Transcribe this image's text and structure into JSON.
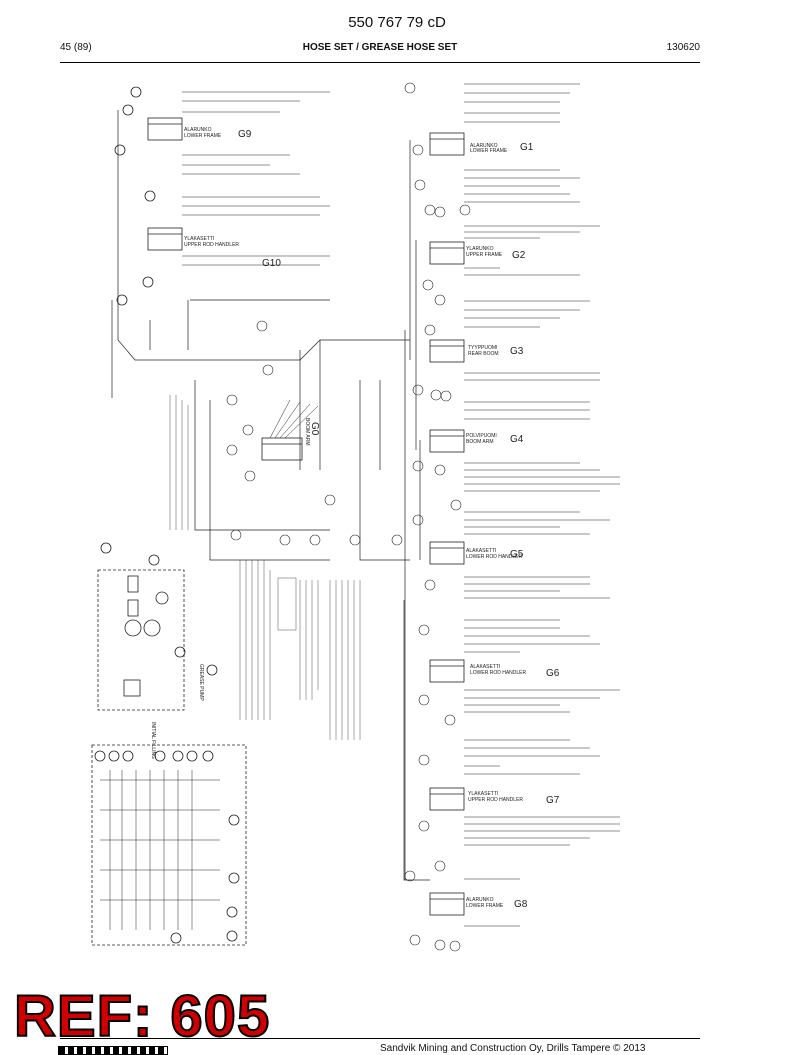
{
  "header": {
    "doc_number": "550 767 79 cD",
    "page": "45 (89)",
    "title": "HOSE SET / GREASE HOSE SET",
    "date": "130620"
  },
  "groups": [
    {
      "code": "G9",
      "fi": "ALARUNKO",
      "en": "LOWER FRAME"
    },
    {
      "code": "G10",
      "fi": "YLAKASETTI",
      "en": "UPPER ROD HANDLER"
    },
    {
      "code": "G1",
      "fi": "ALARUNKO",
      "en": "LOWER FRAME"
    },
    {
      "code": "G2",
      "fi": "YLARUNKO",
      "en": "UPPER FRAME"
    },
    {
      "code": "G3",
      "fi": "TYYPPUOMI",
      "en": "REAR BOOM"
    },
    {
      "code": "G4",
      "fi": "POLVIPUOMI",
      "en": "BOOM ARM"
    },
    {
      "code": "G5",
      "fi": "ALAKASETTI",
      "en": "LOWER ROD HANDLER"
    },
    {
      "code": "G6",
      "fi": "ALAKASETTI",
      "en": "LOWER ROD HANDLER"
    },
    {
      "code": "G7",
      "fi": "YLAKASETTI",
      "en": "UPPER ROD HANDLER"
    },
    {
      "code": "G8",
      "fi": "ALARUNKO",
      "en": "LOWER FRAME"
    },
    {
      "code": "G0",
      "fi": "",
      "en": "BOOM ARM"
    }
  ],
  "notes": {
    "filling": "INITIAL FILLING",
    "grease_pump": "GREASE PUMP"
  },
  "ref_stamp": "REF: 605",
  "footer": "Sandvik Mining and Construction Oy, Drills Tampere © 2013"
}
